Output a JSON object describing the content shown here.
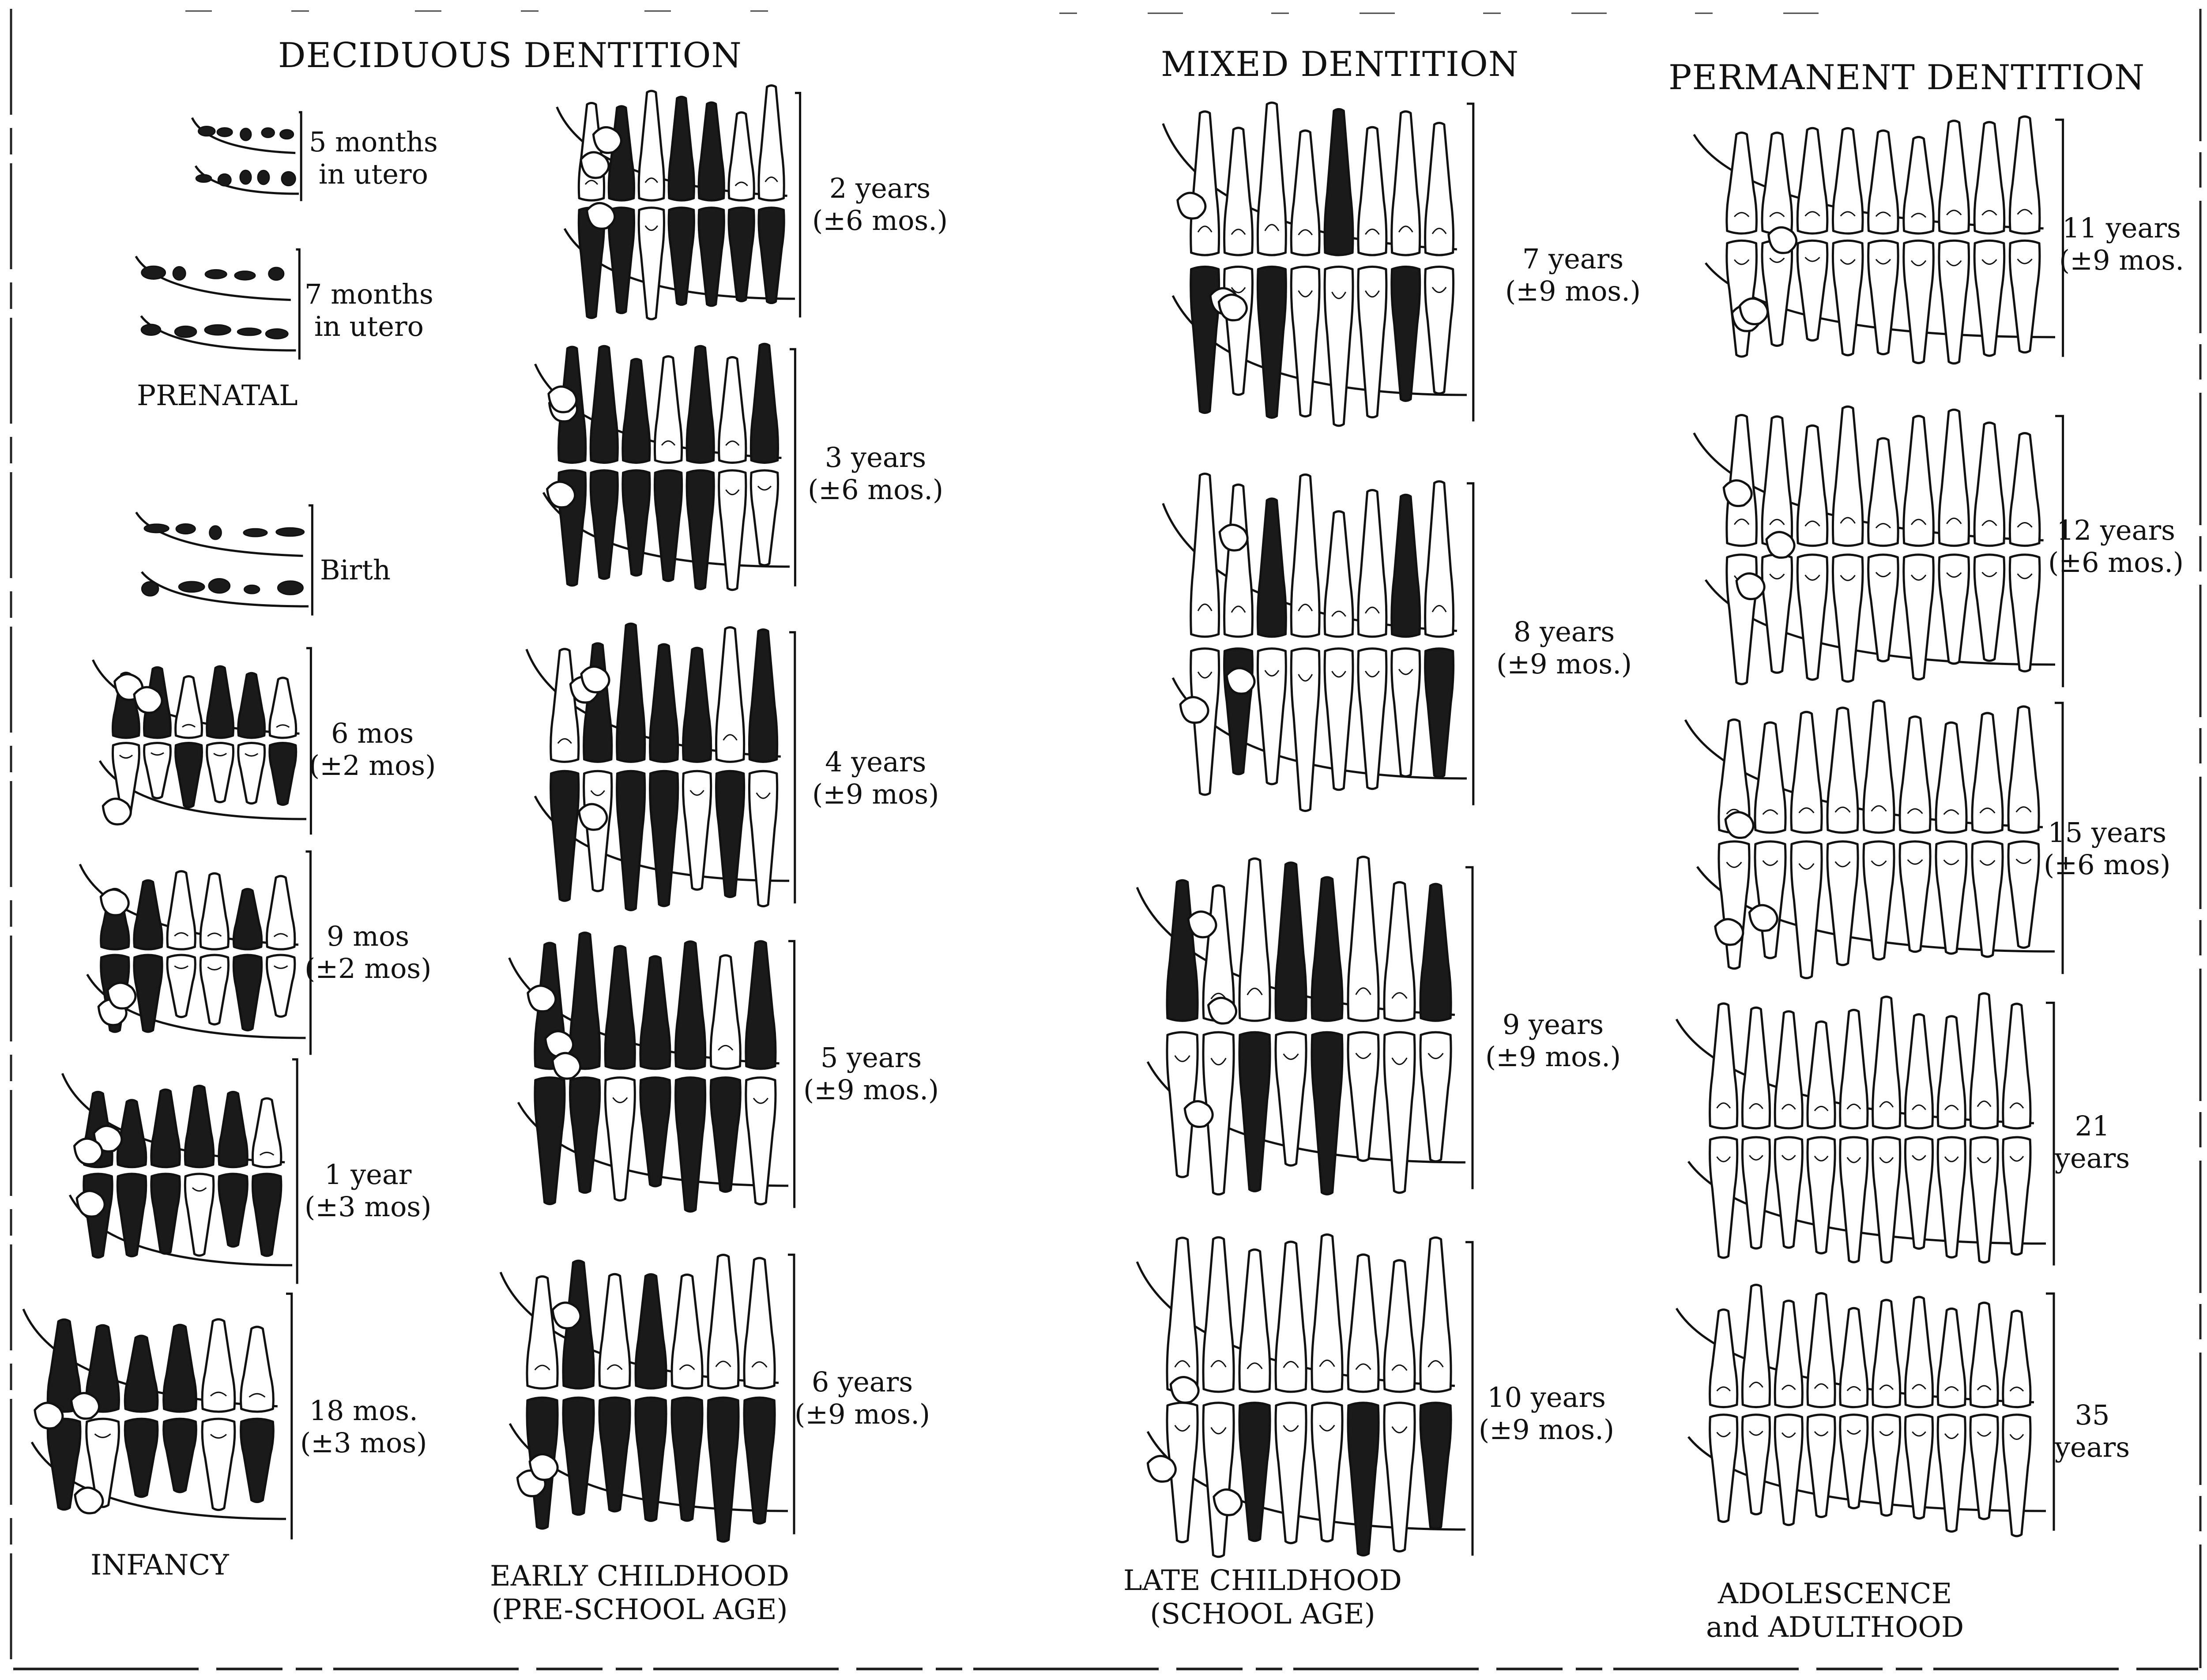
{
  "sections": {
    "deciduous": "DECIDUOUS DENTITION",
    "mixed": "MIXED DENTITION",
    "permanent": "PERMANENT DENTITION"
  },
  "period_labels": {
    "prenatal": "PRENATAL",
    "infancy": "INFANCY",
    "early_childhood": [
      "EARLY CHILDHOOD",
      "(PRE-SCHOOL AGE)"
    ],
    "late_childhood": [
      "LATE CHILDHOOD",
      "(SCHOOL AGE)"
    ],
    "adolescence": [
      "ADOLESCENCE",
      "and ADULTHOOD"
    ]
  },
  "stages": [
    {
      "age": [
        "5 months",
        "in utero"
      ],
      "style": "prenatal"
    },
    {
      "age": [
        "7 months",
        "in utero"
      ],
      "style": "prenatal"
    },
    {
      "age": [
        "Birth"
      ],
      "style": "prenatal"
    },
    {
      "age": [
        "6 mos",
        "(±2 mos)"
      ],
      "style": "infant"
    },
    {
      "age": [
        "9 mos",
        "(±2 mos)"
      ],
      "style": "infant"
    },
    {
      "age": [
        "1 year",
        "(±3 mos)"
      ],
      "style": "infant"
    },
    {
      "age": [
        "18 mos.",
        "(±3 mos)"
      ],
      "style": "infant"
    },
    {
      "age": [
        "2 years",
        "(±6 mos.)"
      ],
      "style": "child"
    },
    {
      "age": [
        "3 years",
        "(±6 mos.)"
      ],
      "style": "child"
    },
    {
      "age": [
        "4 years",
        "(±9 mos)"
      ],
      "style": "child"
    },
    {
      "age": [
        "5 years",
        "(±9 mos.)"
      ],
      "style": "child"
    },
    {
      "age": [
        "6 years",
        "(±9 mos.)"
      ],
      "style": "child"
    },
    {
      "age": [
        "7 years",
        "(±9 mos.)"
      ],
      "style": "mixed"
    },
    {
      "age": [
        "8 years",
        "(±9 mos.)"
      ],
      "style": "mixed"
    },
    {
      "age": [
        "9 years",
        "(±9 mos.)"
      ],
      "style": "mixed"
    },
    {
      "age": [
        "10 years",
        "(±9 mos.)"
      ],
      "style": "mixed"
    },
    {
      "age": [
        "11 years",
        "(±9 mos."
      ],
      "style": "permanent"
    },
    {
      "age": [
        "12 years",
        "(±6 mos.)"
      ],
      "style": "permanent"
    },
    {
      "age": [
        "15 years",
        "(±6 mos)"
      ],
      "style": "permanent"
    },
    {
      "age": [
        "21",
        "years"
      ],
      "style": "adult"
    },
    {
      "age": [
        "35",
        "years"
      ],
      "style": "adult"
    }
  ],
  "colors": {
    "ink": "#111111",
    "paper": "#ffffff",
    "filled": "#1a1a1a"
  }
}
